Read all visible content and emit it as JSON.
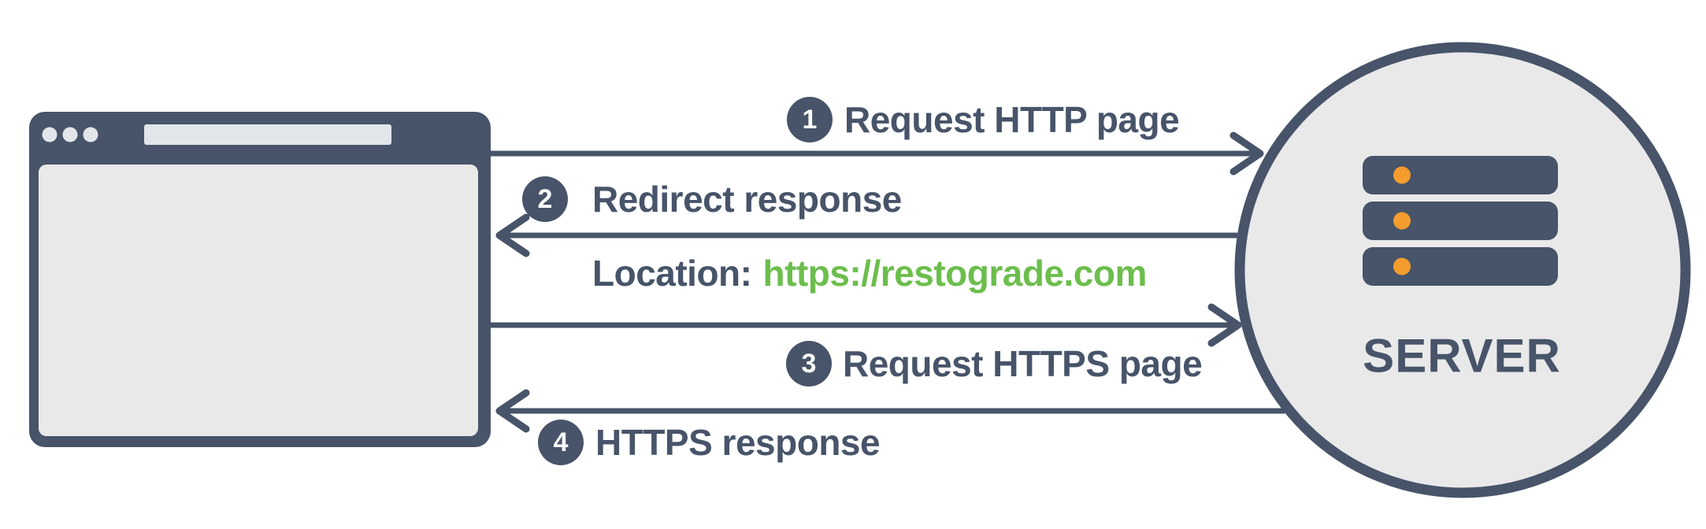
{
  "colors": {
    "slate": "#475469",
    "green": "#6cbe4c",
    "orange": "#f49c2e",
    "panel_gray": "#e9e9ea",
    "chrome_gray": "#e2e5e9",
    "background": "#ffffff"
  },
  "server": {
    "label": "SERVER"
  },
  "redirect_header": {
    "label": "Location:",
    "url": "https://restograde.com"
  },
  "steps": [
    {
      "num": "1",
      "label": "Request HTTP page",
      "direction": "browser-to-server"
    },
    {
      "num": "2",
      "label": "Redirect response",
      "direction": "server-to-browser"
    },
    {
      "num": "3",
      "label": "Request HTTPS page",
      "direction": "browser-to-server"
    },
    {
      "num": "4",
      "label": "HTTPS response",
      "direction": "server-to-browser"
    }
  ]
}
